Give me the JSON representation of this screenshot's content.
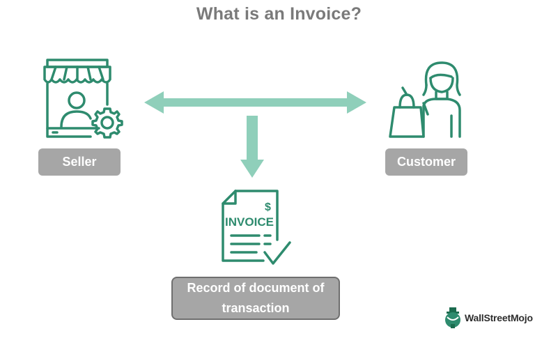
{
  "title": "What is an Invoice?",
  "nodes": {
    "seller": {
      "label": "Seller",
      "icon": "storefront-seller-icon"
    },
    "customer": {
      "label": "Customer",
      "icon": "shopper-woman-icon"
    },
    "record": {
      "label": "Record of document of transaction",
      "icon": "invoice-document-icon",
      "document_title": "INVOICE",
      "currency_symbol": "$"
    }
  },
  "edges": [
    {
      "from": "seller",
      "to": "customer",
      "type": "bidirectional-arrow"
    },
    {
      "from": "exchange",
      "to": "record",
      "type": "down-arrow"
    }
  ],
  "brand": {
    "name": "WallStreetMojo"
  },
  "colors": {
    "title": "#7a7a7a",
    "icon_stroke": "#2e8b6e",
    "arrow": "#8fcfba",
    "label_bg": "#a6a6a6",
    "label_text": "#ffffff"
  }
}
